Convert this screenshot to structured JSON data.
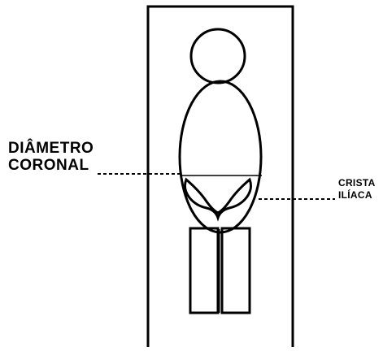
{
  "labels": {
    "coronal_line1": "DIÂMETRO",
    "coronal_line2": "CORONAL",
    "crista_line1": "CRISTA",
    "crista_line2": "ILÍACA"
  },
  "colors": {
    "stroke": "#000000",
    "background": "#ffffff"
  }
}
